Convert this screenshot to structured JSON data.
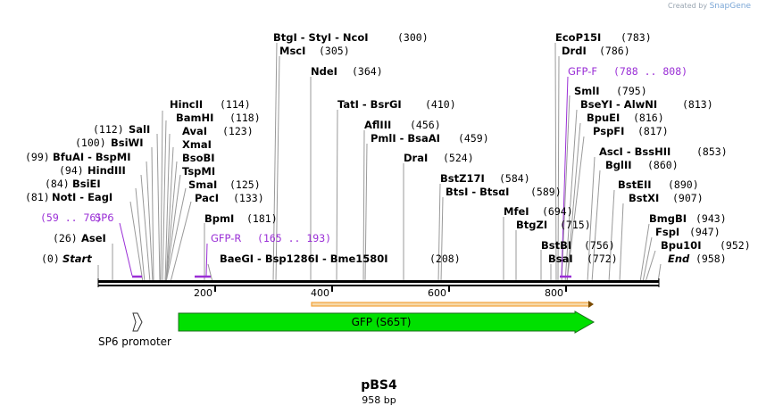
{
  "credit": {
    "prefix": "Created by",
    "brand": "SnapGene"
  },
  "plasmid": {
    "name": "pBS4",
    "size": "958 bp"
  },
  "colors": {
    "primer": "#9a2fd6",
    "gfp_fill": "#00e000",
    "orf": "#f3a23a",
    "backbone": "#000000"
  },
  "sites": [
    {
      "text": "(0)",
      "name": "Start",
      "italic": true
    },
    {
      "text": "(26)",
      "name": "AseI"
    },
    {
      "text": "(59 .. 76)",
      "name": "SP6",
      "primer": true
    },
    {
      "text": "(81)",
      "name": "NotI - EagI"
    },
    {
      "text": "(84)",
      "name": "BsiEI"
    },
    {
      "text": "(94)",
      "name": "HindIII"
    },
    {
      "text": "(99)",
      "name": "BfuAI - BspMI"
    },
    {
      "text": "(100)",
      "name": "BsiWI"
    },
    {
      "text": "(112)",
      "name": "SalI"
    },
    {
      "text": "(114)",
      "name": "HincII"
    },
    {
      "text": "(118)",
      "name": "BamHI"
    },
    {
      "text": "(123)",
      "name": "AvaI"
    },
    {
      "text": "",
      "name": "XmaI"
    },
    {
      "text": "",
      "name": "BsoBI"
    },
    {
      "text": "",
      "name": "TspMI"
    },
    {
      "text": "(125)",
      "name": "SmaI"
    },
    {
      "text": "(133)",
      "name": "PacI"
    },
    {
      "text": "(181)",
      "name": "BpmI"
    },
    {
      "text": "(165 .. 193)",
      "name": "GFP-R",
      "primer": true
    },
    {
      "text": "",
      "name": "BaeGI - Bsp1286I - Bme1580I"
    },
    {
      "text": "(208)",
      "name": ""
    },
    {
      "text": "(300)",
      "name": "BtgI - StyI - NcoI"
    },
    {
      "text": "(305)",
      "name": "MscI"
    },
    {
      "text": "(364)",
      "name": "NdeI"
    },
    {
      "text": "(410)",
      "name": "TatI - BsrGI"
    },
    {
      "text": "(456)",
      "name": "AflIII"
    },
    {
      "text": "(459)",
      "name": "PmlI - BsaAI"
    },
    {
      "text": "(524)",
      "name": "DraI"
    },
    {
      "text": "(584)",
      "name": "BstZ17I"
    },
    {
      "text": "(589)",
      "name": "BtsI - BtsαI"
    },
    {
      "text": "(694)",
      "name": "MfeI"
    },
    {
      "text": "(715)",
      "name": "BtgZI"
    },
    {
      "text": "(756)",
      "name": "BstBI"
    },
    {
      "text": "(772)",
      "name": "BsaI"
    },
    {
      "text": "(783)",
      "name": "EcoP15I"
    },
    {
      "text": "(786)",
      "name": "DrdI"
    },
    {
      "text": "(788 .. 808)",
      "name": "GFP-F",
      "primer": true
    },
    {
      "text": "(795)",
      "name": "SmlI"
    },
    {
      "text": "(813)",
      "name": "BseYI - AlwNI"
    },
    {
      "text": "(816)",
      "name": "BpuEI"
    },
    {
      "text": "(817)",
      "name": "PspFI"
    },
    {
      "text": "(853)",
      "name": "AscI - BssHII"
    },
    {
      "text": "(860)",
      "name": "BglII"
    },
    {
      "text": "(890)",
      "name": "BstEII"
    },
    {
      "text": "(907)",
      "name": "BstXI"
    },
    {
      "text": "(943)",
      "name": "BmgBI"
    },
    {
      "text": "(947)",
      "name": "FspI"
    },
    {
      "text": "(952)",
      "name": "Bpu10I"
    },
    {
      "text": "(958)",
      "name": "End",
      "italic": true
    }
  ],
  "ruler": {
    "ticks": [
      "200",
      "400",
      "600",
      "800"
    ]
  },
  "features": [
    {
      "name": "SP6 promoter",
      "start": 59,
      "end": 76
    },
    {
      "name": "GFP (S65T)",
      "start": 147,
      "end": 866
    }
  ],
  "orf": {
    "start": 373,
    "end": 842
  }
}
